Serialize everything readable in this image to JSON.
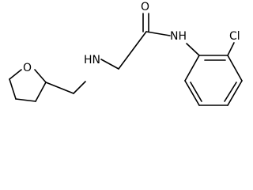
{
  "molecule": {
    "atoms": {
      "oxygen_ring": "O",
      "nitrogen_amine": "HN",
      "oxygen_carbonyl": "O",
      "nitrogen_amide": "NH",
      "chlorine": "Cl"
    },
    "colors": {
      "bond": "#000000",
      "label": "#000000",
      "background": "#ffffff"
    }
  }
}
